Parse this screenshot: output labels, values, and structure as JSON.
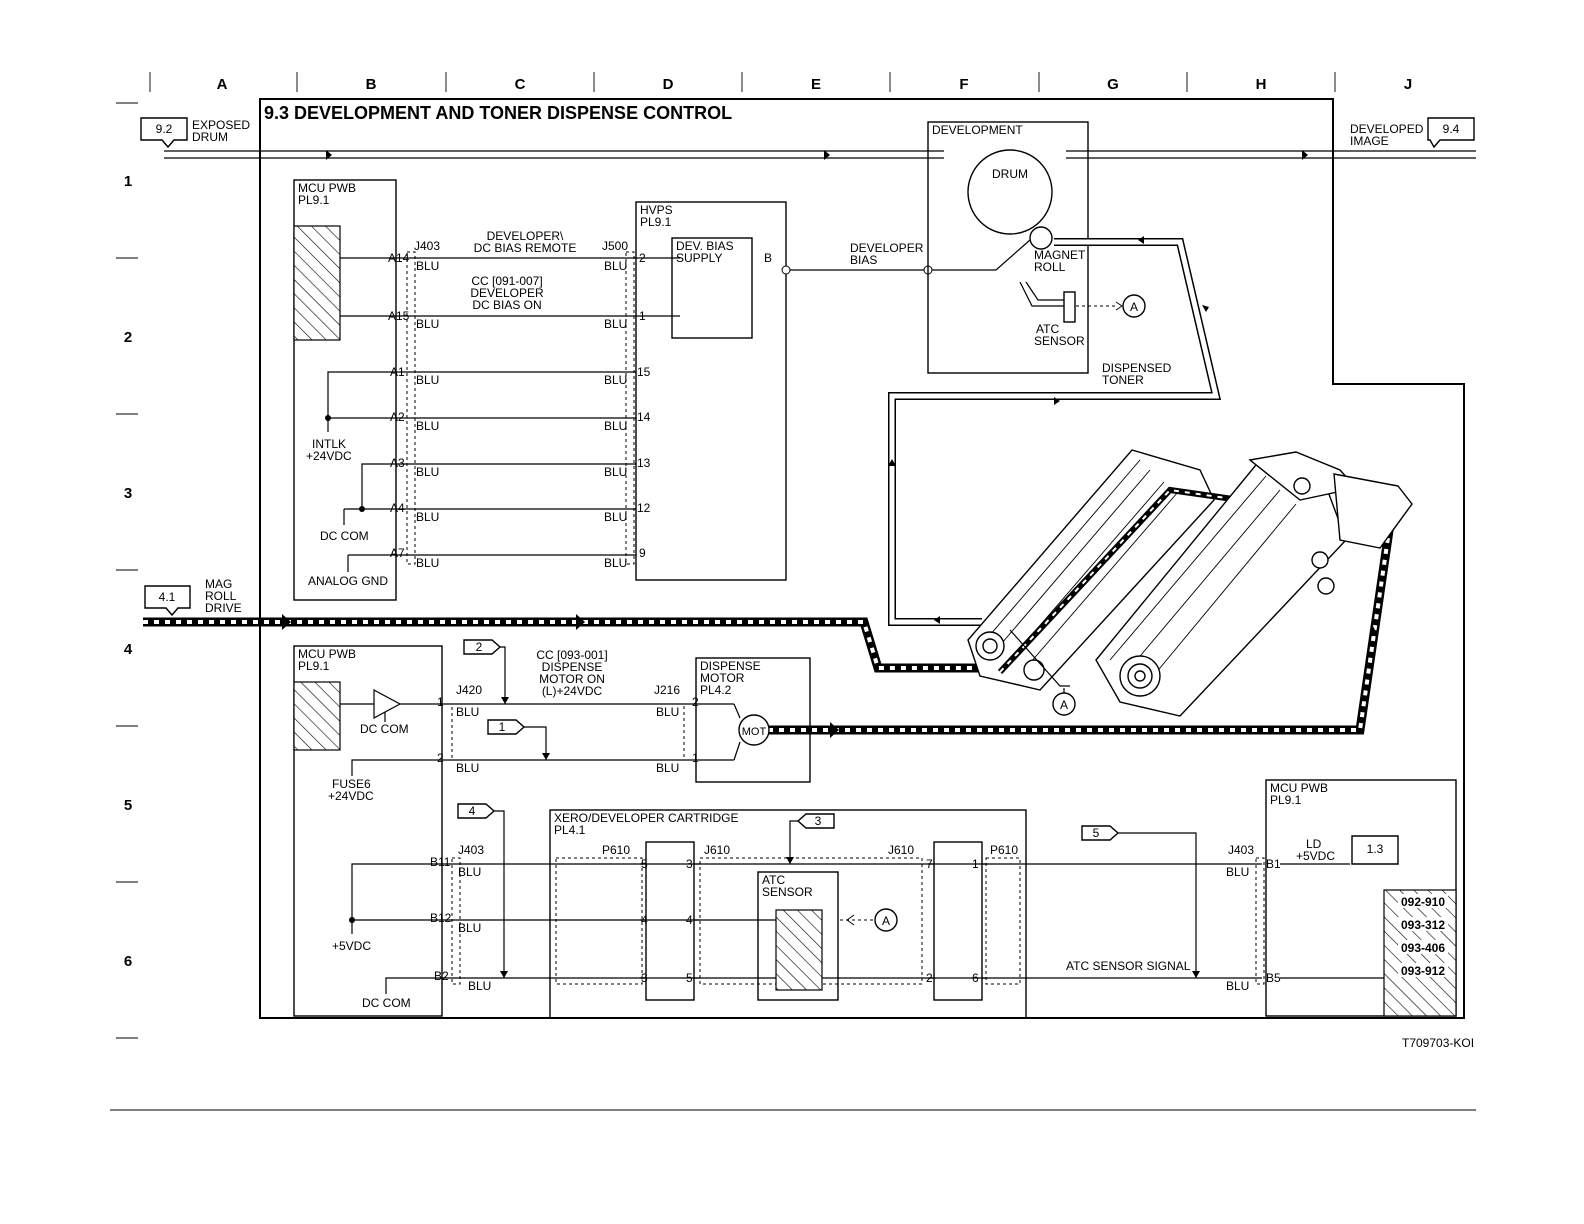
{
  "title": "9.3 DEVELOPMENT AND TONER DISPENSE CONTROL",
  "grid": {
    "columns": [
      "A",
      "B",
      "C",
      "D",
      "E",
      "F",
      "G",
      "H",
      "J"
    ],
    "rows": [
      "1",
      "2",
      "3",
      "4",
      "5",
      "6"
    ]
  },
  "refs": {
    "exposed_drum_num": "9.2",
    "exposed_drum_l1": "EXPOSED",
    "exposed_drum_l2": "DRUM",
    "developed_image_num": "9.4",
    "developed_image_l1": "DEVELOPED",
    "developed_image_l2": "IMAGE",
    "mag_roll_num": "4.1",
    "mag_roll_l1": "MAG",
    "mag_roll_l2": "ROLL",
    "mag_roll_l3": "DRIVE",
    "ld_num": "1.3"
  },
  "mcu_top": {
    "l1": "MCU PWB",
    "l2": "PL9.1",
    "pins": [
      "A14",
      "A15",
      "A1",
      "A2",
      "A3",
      "A4",
      "A7"
    ],
    "intlk_l1": "INTLK",
    "intlk_l2": "+24VDC",
    "dc_com": "DC COM",
    "analog_gnd": "ANALOG GND"
  },
  "wires_top": {
    "j403": "J403",
    "j500": "J500",
    "blu": "BLU",
    "sig1_l1": "DEVELOPER\\",
    "sig1_l2": "DC BIAS REMOTE",
    "sig2_l1": "CC [091-007]",
    "sig2_l2": "DEVELOPER",
    "sig2_l3": "DC BIAS ON",
    "hvps_pins": [
      "2",
      "1",
      "15",
      "14",
      "13",
      "12",
      "9"
    ]
  },
  "hvps": {
    "l1": "HVPS",
    "l2": "PL9.1",
    "supply_l1": "DEV. BIAS",
    "supply_l2": "SUPPLY",
    "b": "B"
  },
  "dev_bias": {
    "l1": "DEVELOPER",
    "l2": "BIAS"
  },
  "development": {
    "label": "DEVELOPMENT",
    "drum": "DRUM",
    "magnet_l1": "MAGNET",
    "magnet_l2": "ROLL",
    "atc_l1": "ATC",
    "atc_l2": "SENSOR",
    "a": "A"
  },
  "dispensed": {
    "l1": "DISPENSED",
    "l2": "TONER"
  },
  "mcu_mid": {
    "l1": "MCU PWB",
    "l2": "PL9.1",
    "pin1": "1",
    "pin2": "2",
    "dc_com": "DC COM",
    "fuse_l1": "FUSE6",
    "fuse_l2": "+24VDC"
  },
  "dispense": {
    "j420": "J420",
    "j216": "J216",
    "blu": "BLU",
    "cc_l1": "CC [093-001]",
    "cc_l2": "DISPENSE",
    "cc_l3": "MOTOR ON",
    "cc_l4": "(L)+24VDC",
    "flag2": "2",
    "flag1": "1",
    "pin2": "2",
    "pin1": "1"
  },
  "motor": {
    "l1": "DISPENSE",
    "l2": "MOTOR",
    "l3": "PL4.2",
    "mot": "MOT",
    "a": "A"
  },
  "mcu_bot": {
    "pins": [
      "B11",
      "B12",
      "B2"
    ],
    "v5": "+5VDC",
    "dc_com": "DC COM",
    "flag4": "4",
    "j403": "J403",
    "blu": "BLU"
  },
  "cartridge": {
    "l1": "XERO/DEVELOPER CARTRIDGE",
    "l2": "PL4.1",
    "p610": "P610",
    "j610": "J610",
    "flag3": "3",
    "p610_pins": [
      "5",
      "4",
      "3"
    ],
    "j610_pins": [
      "3",
      "4",
      "5"
    ],
    "j610b_pins": [
      "7",
      "2"
    ],
    "p610b_pins": [
      "1",
      "6"
    ],
    "atc_l1": "ATC",
    "atc_l2": "SENSOR",
    "a": "A"
  },
  "mcu_right": {
    "l1": "MCU PWB",
    "l2": "PL9.1",
    "j403": "J403",
    "b1": "B1",
    "b5": "B5",
    "blu": "BLU",
    "flag5": "5",
    "ld_l1": "LD",
    "ld_l2": "+5VDC",
    "atc_signal": "ATC SENSOR SIGNAL",
    "codes": [
      "092-910",
      "093-312",
      "093-406",
      "093-912"
    ]
  },
  "figure_id": "T709703-KOI"
}
